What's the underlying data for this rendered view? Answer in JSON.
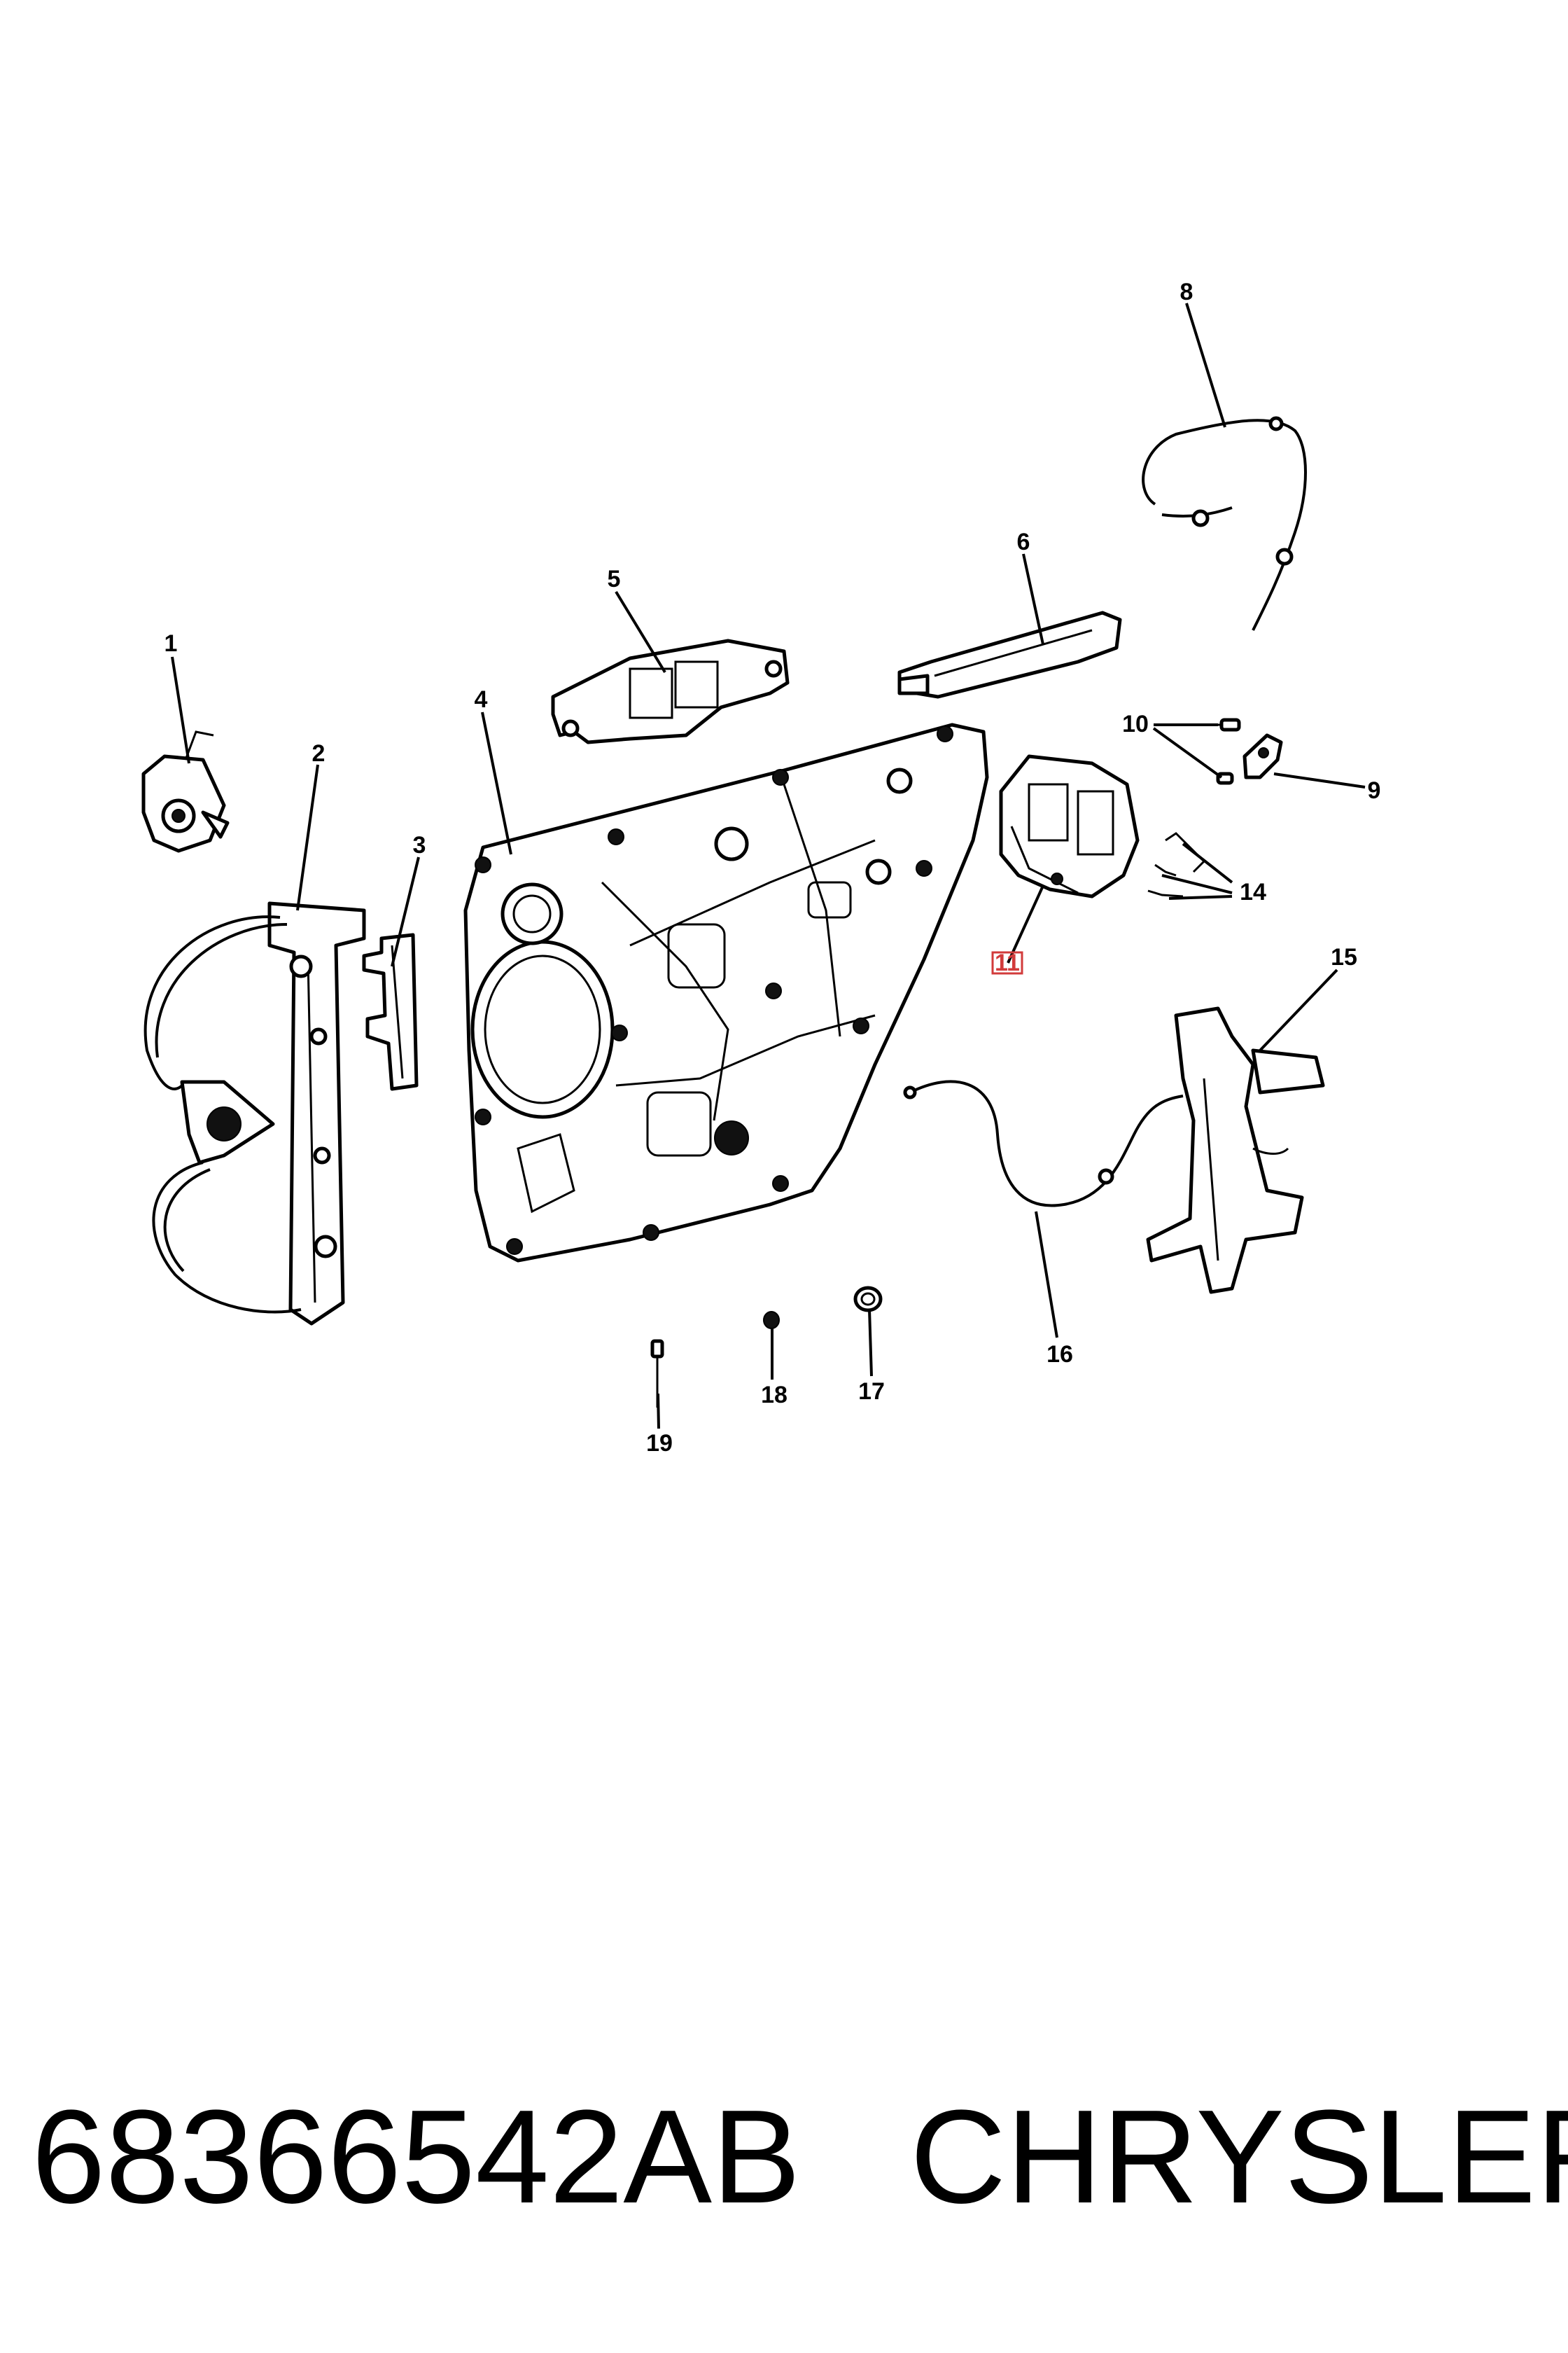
{
  "callouts": {
    "c1": "1",
    "c2": "2",
    "c3": "3",
    "c4": "4",
    "c5": "5",
    "c6": "6",
    "c8": "8",
    "c9": "9",
    "c10": "10",
    "c11": "11",
    "c14": "14",
    "c15": "15",
    "c16": "16",
    "c17": "17",
    "c18": "18",
    "c19": "19"
  },
  "highlighted_callout": "11",
  "highlight_color": "#d23b3b",
  "footer": {
    "part_number": "68366542AB",
    "brand": "CHRYSLER"
  }
}
